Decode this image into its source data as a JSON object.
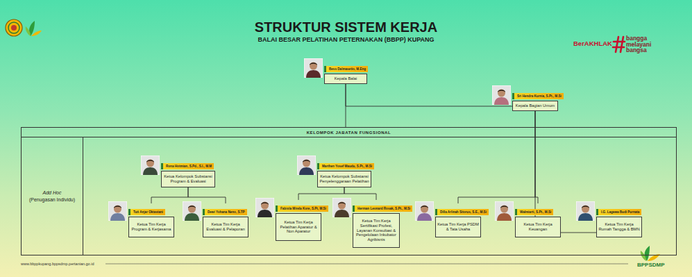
{
  "diagram": {
    "title": "STRUKTUR SISTEM KERJA",
    "nodes": [
      {
        "text": [
          "Bess Dalmasetio, M.Eng",
          "Kepala Balai"
        ]
      },
      {
        "text": [
          "Sri Hendra Kurnia, S.Pt., M.Si",
          "Kepala Bagian Umum"
        ]
      },
      {
        "text": [
          "KELOMPOK JABATAN FUNGSIONAL"
        ]
      },
      {
        "text": [
          "Add Hoc",
          "(Penugasan Individu)"
        ],
        "in": 2
      },
      {
        "text": [
          "Rona Hotmian, S.Pd., S.I., M.M",
          "Ketua Kelompok Substansi Program & Evaluasi"
        ],
        "in": 2
      },
      {
        "text": [
          "Marthen Yosef Maudu, S.Pt., M.Si",
          "Ketua Kelompok Substansi Penyelenggaraan Pelatihan"
        ],
        "in": 2
      },
      {
        "text": [
          "Tuti Anjar Oktaviani",
          "Ketua Tim Kerja Program & Kerjasama"
        ],
        "in": 2
      },
      {
        "text": [
          "Dewi Yohana Neno, S.TP",
          "Ketua Tim Kerja Evaluasi & Pelaporan"
        ],
        "in": 2
      },
      {
        "text": [
          "Fabiola Mirela Kore, S.Pt, M.Si",
          "Ketua Tim Kerja Pelatihan Aparatur & Non Aparatur"
        ],
        "in": 2
      },
      {
        "text": [
          "Herman Leonard Rosak, S.Pt., M.Si",
          "Ketua Tim Kerja Sertifikasi Profesi, Layanan Konsultasi & Pengelolaan Inkubator Agribisnis"
        ],
        "in": 2
      },
      {
        "text": [
          "Dilla Arlinah Sitorus, S.E., M.Si",
          "Ketua Tim Kerja PSDM & Tata Usaha"
        ],
        "in": 2
      },
      {
        "text": [
          "Walmiarti, S.Pt., M.Si",
          "Ketua Tim Kerja Keuangan"
        ],
        "in": 2
      },
      {
        "text": [
          "I.G. Lagawa Budi Purnata",
          "Ketua Tim Kerja Rumah Tangga & BMN"
        ],
        "in": 2
      }
    ],
    "edges": [
      {
        "from": 0,
        "to": 1,
        "arrow": "none"
      },
      {
        "from": 0,
        "to": 2,
        "arrow": "none"
      },
      {
        "from": 4,
        "to": 6,
        "arrow": "none"
      },
      {
        "from": 4,
        "to": 7,
        "arrow": "none"
      },
      {
        "from": 5,
        "to": 8,
        "arrow": "none"
      },
      {
        "from": 5,
        "to": 9,
        "arrow": "none"
      },
      {
        "from": 1,
        "to": 10,
        "arrow": "none"
      },
      {
        "from": 1,
        "to": 11,
        "arrow": "none"
      },
      {
        "from": 1,
        "to": 12,
        "arrow": "none"
      }
    ],
    "labels": [
      "BALAI BESAR PELATIHAN PETERNAKAN (BBPP) KUPANG",
      "BerAKHLAK",
      "bangga melayani bangsa",
      "www.bbppkupang.bppsdmp.pertanian.go.id",
      "BPPSDMP"
    ]
  }
}
